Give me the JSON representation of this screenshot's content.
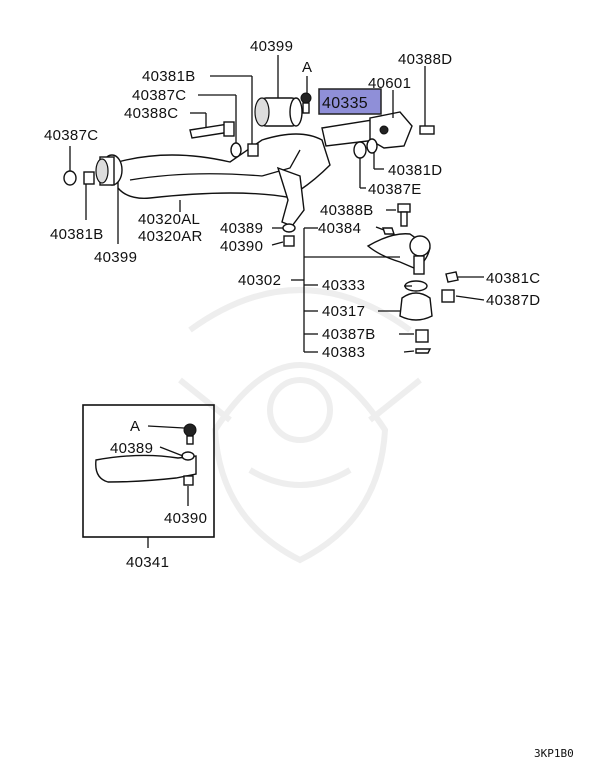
{
  "labels": {
    "p40399_top": "40399",
    "a_top": "A",
    "p40388D": "40388D",
    "p40381B_top": "40381B",
    "p40387C_top": "40387C",
    "p40601": "40601",
    "p40388C": "40388C",
    "p40335": "40335",
    "p40387C_left": "40387C",
    "p40381D": "40381D",
    "p40387E": "40387E",
    "p40381B_left": "40381B",
    "p40399_bottom": "40399",
    "p40320AL": "40320AL",
    "p40320AR": "40320AR",
    "p40388B": "40388B",
    "p40389": "40389",
    "p40384": "40384",
    "p40390": "40390",
    "p40302": "40302",
    "p40333": "40333",
    "p40381C": "40381C",
    "p40387D": "40387D",
    "p40317": "40317",
    "p40387B": "40387B",
    "p40383": "40383",
    "inset_a": "A",
    "inset_40389": "40389",
    "inset_40390": "40390",
    "p40341": "40341",
    "diagram_code": "3KP1B0"
  },
  "highlight_color": "#8f8fd8"
}
